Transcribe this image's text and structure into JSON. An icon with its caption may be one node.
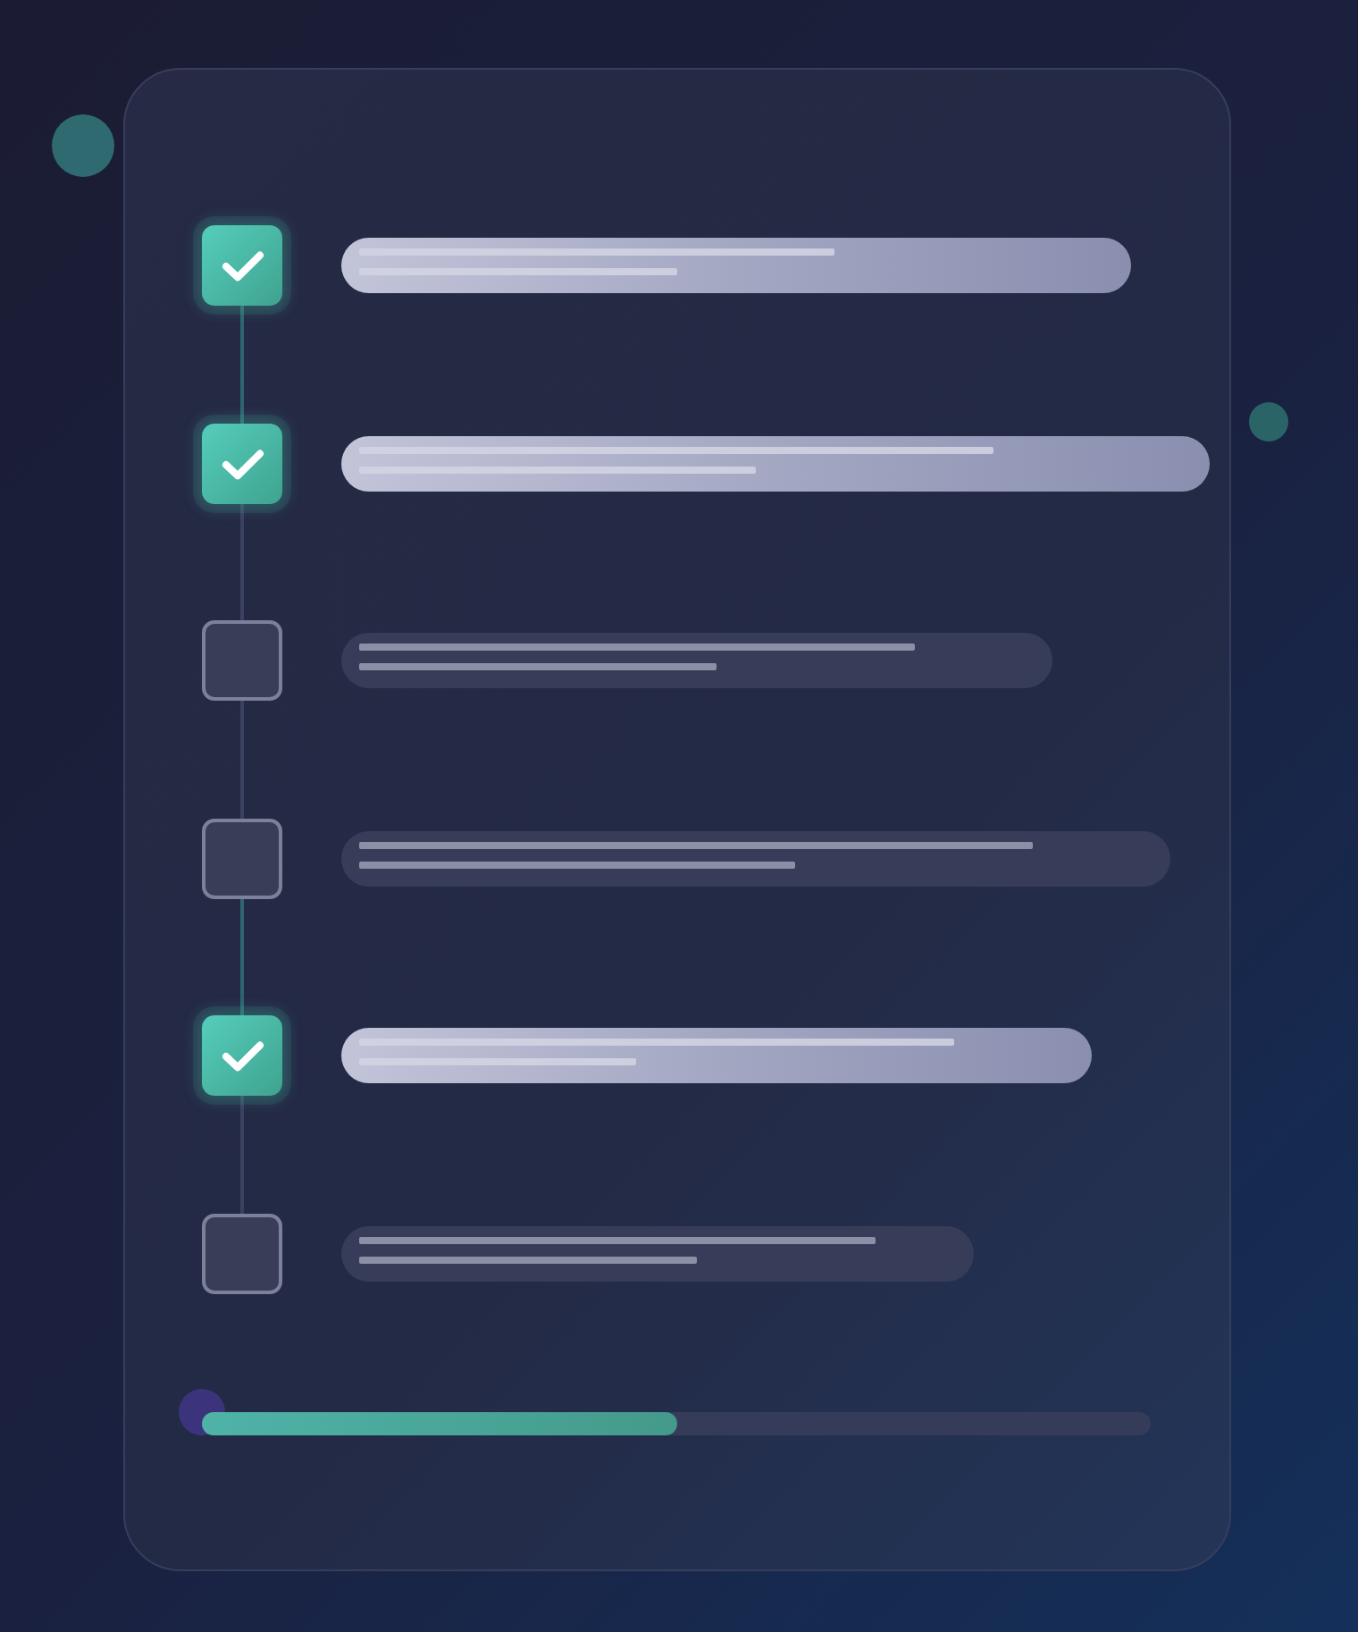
{
  "diagram": {
    "nodes": [
      {
        "text": [],
        "shape": "tick"
      },
      {
        "text": [],
        "shape": "tick"
      },
      {
        "text": [],
        "shape": "box"
      },
      {
        "text": [],
        "shape": "box"
      },
      {
        "text": [],
        "shape": "tick"
      },
      {
        "text": [],
        "shape": "box"
      }
    ],
    "edges": [
      {
        "from": 0,
        "to": 1,
        "arrow": "none",
        "color": "#2f6470"
      },
      {
        "from": 1,
        "to": 2,
        "arrow": "none"
      },
      {
        "from": 2,
        "to": 3,
        "arrow": "none"
      },
      {
        "from": 3,
        "to": 4,
        "arrow": "none",
        "color": "#2f6470"
      },
      {
        "from": 4,
        "to": 5,
        "arrow": "none"
      }
    ]
  }
}
